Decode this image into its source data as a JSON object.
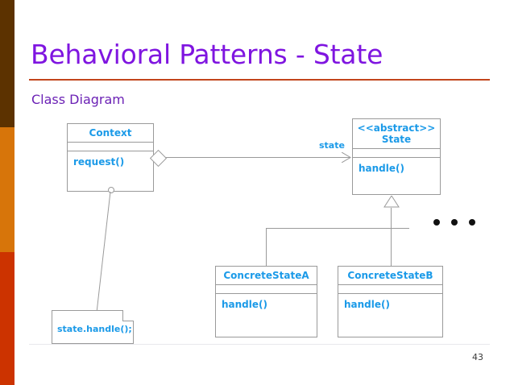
{
  "slide": {
    "title": "Behavioral Patterns - State",
    "subtitle": "Class Diagram",
    "page_number": "43",
    "colors": {
      "title_text": "#7f15e0",
      "subtitle_text": "#6b21b5",
      "title_rule": "#c2451c",
      "uml_text": "#1b9ae8",
      "uml_border": "#9a9a9a",
      "band_top": "#5c3200",
      "band_middle": "#d7750a",
      "band_bottom": "#cc3300",
      "ellipsis_dot": "#111111"
    }
  },
  "diagram": {
    "classes": [
      {
        "id": "context",
        "name": "Context",
        "stereotype": "",
        "attributes": "",
        "operations": "request()"
      },
      {
        "id": "state",
        "name": "State",
        "stereotype": "<<abstract>>",
        "attributes": "",
        "operations": "handle()"
      },
      {
        "id": "concrete-state-a",
        "name": "ConcreteStateA",
        "stereotype": "",
        "attributes": "",
        "operations": "handle()"
      },
      {
        "id": "concrete-state-b",
        "name": "ConcreteStateB",
        "stereotype": "",
        "attributes": "",
        "operations": "handle()"
      }
    ],
    "association": {
      "label": "state",
      "from": "Context",
      "to": "State",
      "kind": "aggregation"
    },
    "generalizations": [
      {
        "from": "ConcreteStateA",
        "to": "State"
      },
      {
        "from": "ConcreteStateB",
        "to": "State"
      }
    ],
    "note": {
      "text": "state.handle();",
      "attached_to": "Context"
    },
    "ellipsis": "• • •"
  }
}
